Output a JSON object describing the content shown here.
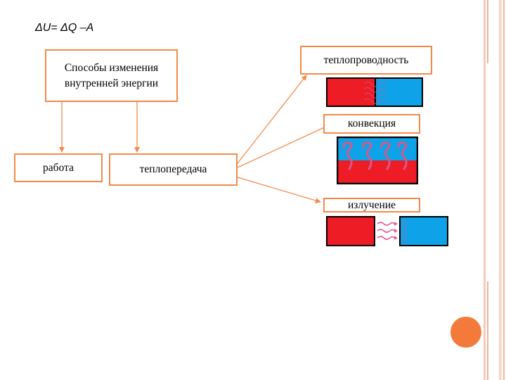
{
  "formula": "ΔU= ΔQ –A",
  "nodes": {
    "ways_line1": "Способы изменения",
    "ways_line2": "внутренней энергии",
    "work": "работа",
    "heat_transfer": "теплопередача",
    "conduction": "теплопроводность",
    "convection": "конвекция",
    "radiation": "излучение"
  },
  "colors": {
    "border": "#f28a4b",
    "arrow": "#f28a4b",
    "hot": "#ee1c25",
    "cold": "#0ea2e8",
    "swirl": "#e0609a",
    "accent_circle": "#f47a3c"
  }
}
